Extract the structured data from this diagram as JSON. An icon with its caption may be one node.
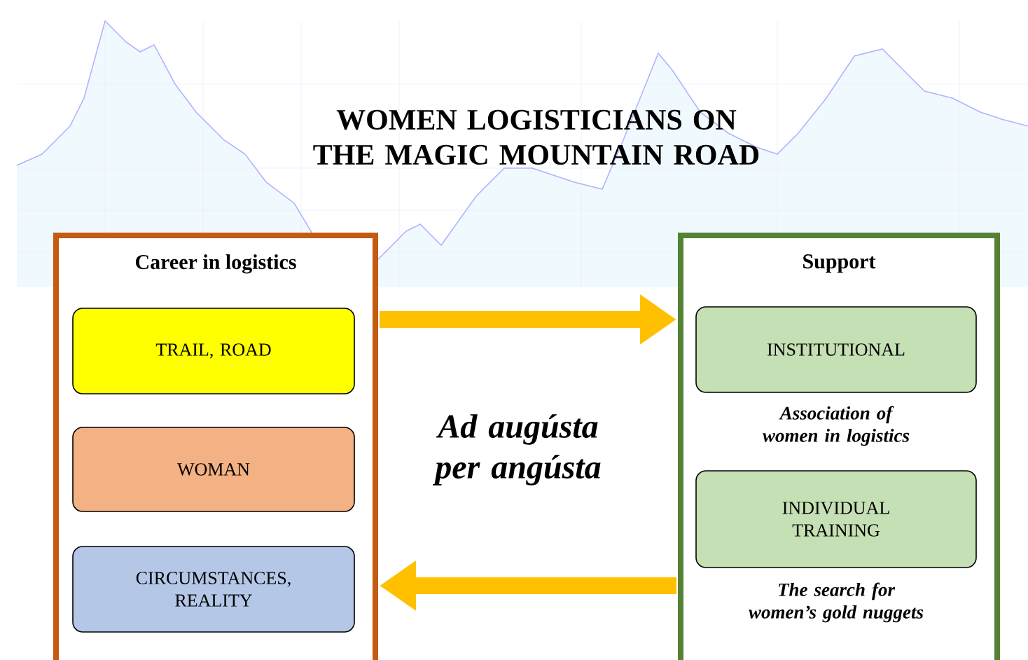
{
  "diagram": {
    "title": "WOMEN LOGISTICIANS ON THE MAGIC MOUNTAIN ROAD",
    "nodes": [
      {
        "text": [
          "Career in logistics"
        ]
      },
      {
        "text": [
          "TRAIL, ROAD"
        ],
        "in": 0
      },
      {
        "text": [
          "WOMAN"
        ],
        "in": 0
      },
      {
        "text": [
          "CIRCUMSTANCES, REALITY"
        ],
        "in": 0
      },
      {
        "text": [
          "Support"
        ]
      },
      {
        "text": [
          "INSTITUTIONAL"
        ],
        "in": 4,
        "beside": [
          "Association of women in logistics"
        ]
      },
      {
        "text": [
          "INDIVIDUAL TRAINING"
        ],
        "in": 4,
        "beside": [
          "The search for women’s gold nuggets"
        ]
      }
    ],
    "edges": [
      {
        "from": 0,
        "to": 4,
        "arrow": "to",
        "color": "#ffc000"
      },
      {
        "from": 4,
        "to": 0,
        "arrow": "to",
        "color": "#ffc000"
      }
    ],
    "labels": [
      "Ad augústa per angústa"
    ]
  }
}
